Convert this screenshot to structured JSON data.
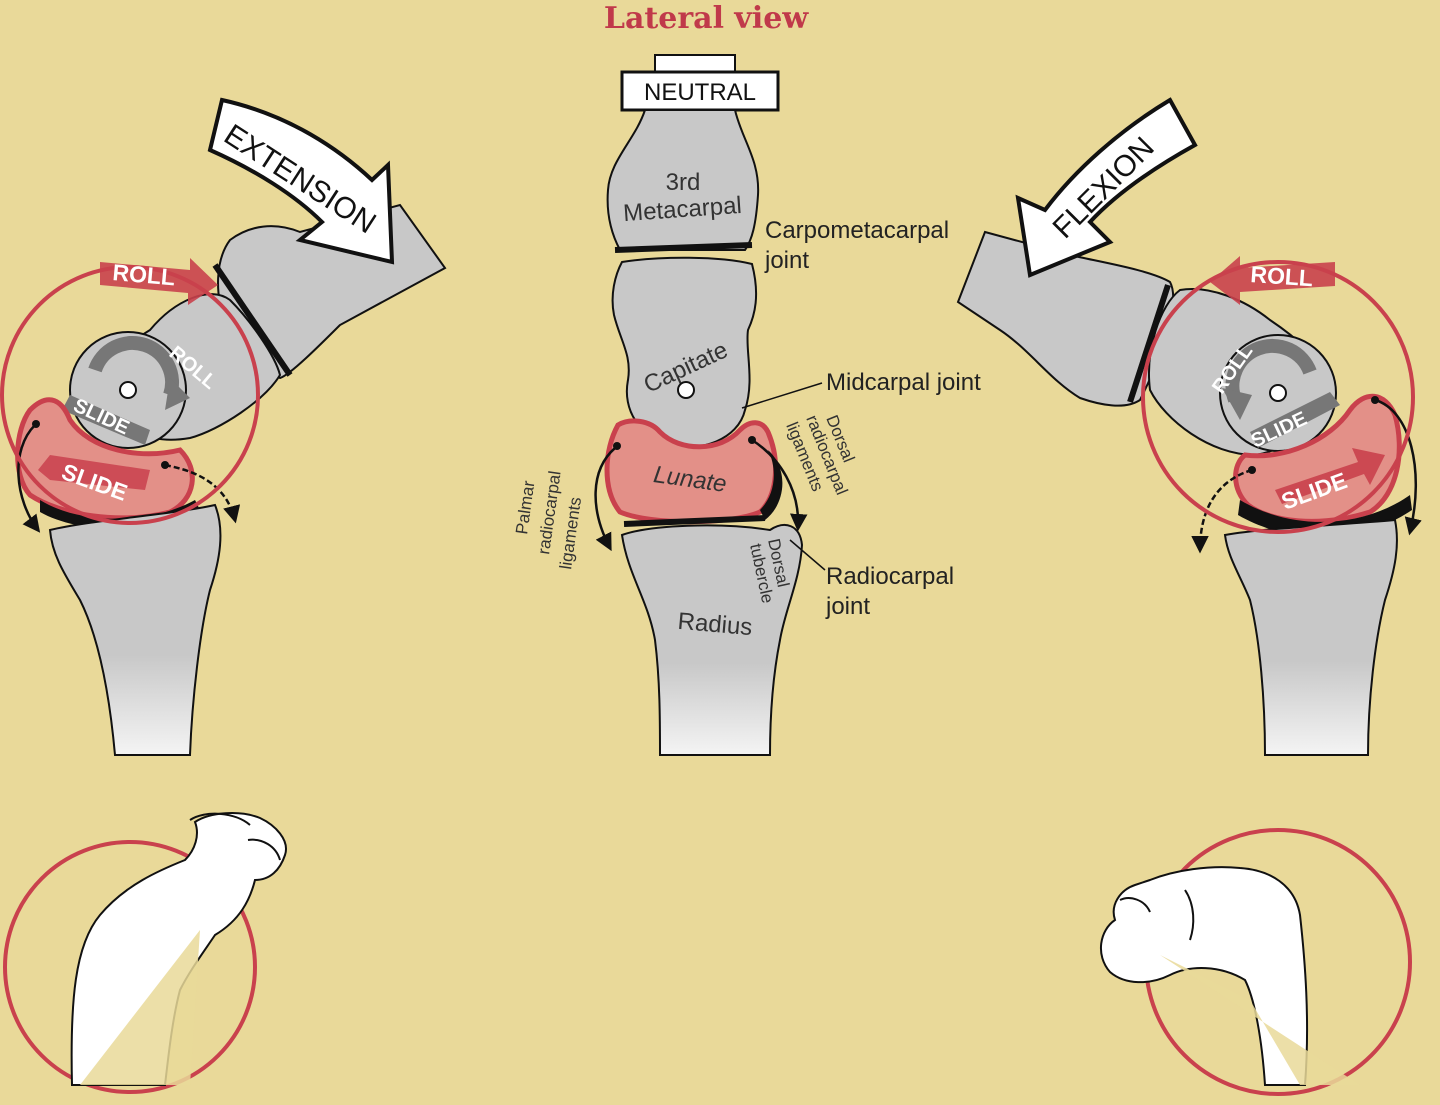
{
  "title": "Lateral view",
  "center": {
    "position_label": "NEUTRAL",
    "bones": {
      "metacarpal_line1": "3rd",
      "metacarpal_line2": "Metacarpal",
      "capitate": "Capitate",
      "lunate": "Lunate",
      "radius": "Radius"
    },
    "labels": {
      "cmc_line1": "Carpometacarpal",
      "cmc_line2": "joint",
      "midcarpal": "Midcarpal joint",
      "radiocarpal_line1": "Radiocarpal",
      "radiocarpal_line2": "joint",
      "dorsal_lig_line1": "Dorsal",
      "dorsal_lig_line2": "radiocarpal",
      "dorsal_lig_line3": "ligaments",
      "palmar_lig_line1": "Palmar",
      "palmar_lig_line2": "radiocarpal",
      "palmar_lig_line3": "ligaments",
      "dorsal_tubercle_line1": "Dorsal",
      "dorsal_tubercle_line2": "tubercle"
    }
  },
  "extension": {
    "label": "EXTENSION",
    "roll_outer": "ROLL",
    "roll_inner": "ROLL",
    "slide_inner": "SLIDE",
    "slide_outer": "SLIDE"
  },
  "flexion": {
    "label": "FLEXION",
    "roll_outer": "ROLL",
    "roll_inner": "ROLL",
    "slide_inner": "SLIDE",
    "slide_outer": "SLIDE"
  },
  "colors": {
    "background": "#e9d999",
    "bone": "#c8c8c8",
    "lunate": "#e39088",
    "accent_red": "#c9414d",
    "outline": "#111111"
  }
}
